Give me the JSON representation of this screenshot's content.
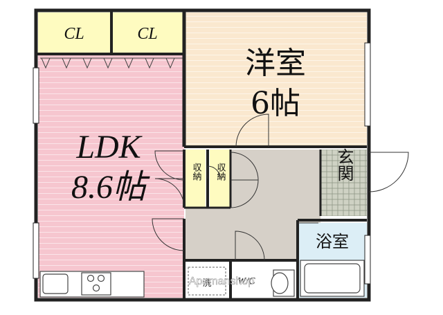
{
  "rooms": {
    "closet_left": "CL",
    "closet_right": "CL",
    "western_name": "洋室",
    "western_size": "6帖",
    "ldk_name": "LDK",
    "ldk_size": "8.6帖",
    "storage_left": "収納",
    "storage_right": "収納",
    "entrance": "玄関",
    "bath": "浴室",
    "laundry": "洗",
    "toilet": "W/C"
  },
  "watermark": "Apamanshop",
  "colors": {
    "ldk": "#f6c6cf",
    "western": "#fae8cf",
    "closet": "#fefbc0",
    "hall": "#d6d0c8",
    "entrance": "#cfd2c4",
    "bath": "#dceef6",
    "wall": "#222222"
  }
}
